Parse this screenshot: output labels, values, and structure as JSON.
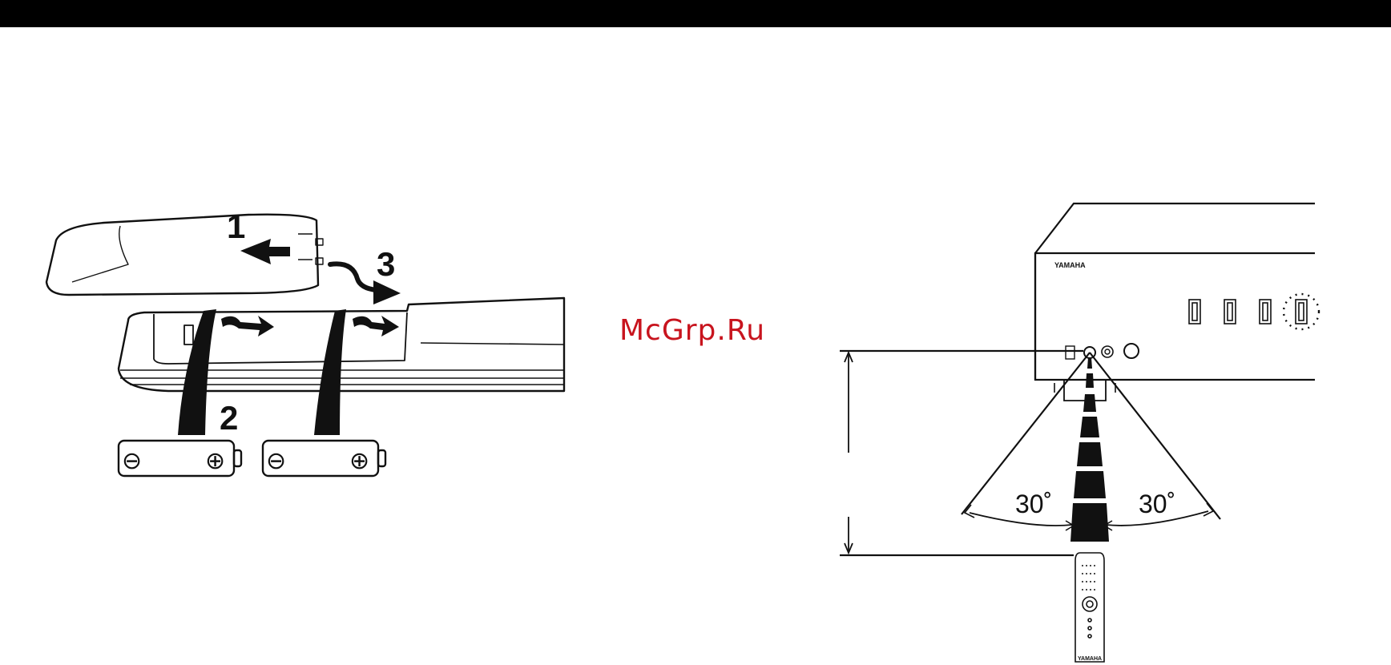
{
  "watermark": "McGrp.Ru",
  "battery_figure": {
    "step_1": "1",
    "step_2": "2",
    "step_3": "3",
    "battery_negative": "⊖",
    "battery_positive": "⊕"
  },
  "range_figure": {
    "angle_left": "30˚",
    "angle_right": "30˚",
    "brand_unit": "YAMAHA",
    "brand_remote": "YAMAHA"
  }
}
